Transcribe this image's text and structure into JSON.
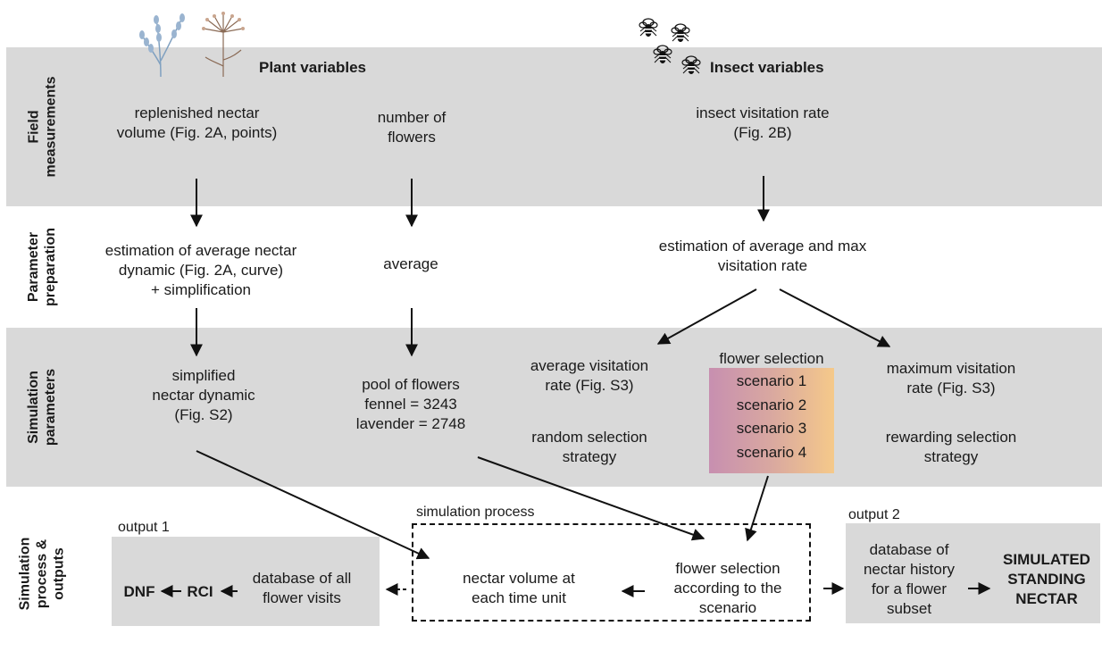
{
  "rows": {
    "field": [
      "Field",
      "measurements"
    ],
    "param": [
      "Parameter",
      "preparation"
    ],
    "sim": [
      "Simulation",
      "parameters"
    ],
    "process": [
      "Simulation",
      "process &",
      "outputs"
    ]
  },
  "headers": {
    "plant": "Plant variables",
    "insect": "Insect variables"
  },
  "field": {
    "nectar": [
      "replenished nectar",
      "volume (Fig. 2A, points)"
    ],
    "flowers": [
      "number of",
      "flowers"
    ],
    "visit": [
      "insect visitation rate",
      "(Fig. 2B)"
    ]
  },
  "param": {
    "nectar": [
      "estimation of  average nectar",
      "dynamic (Fig. 2A, curve)",
      "+ simplification"
    ],
    "flowers": "average",
    "visit": [
      "estimation of average and max",
      "visitation rate"
    ]
  },
  "sim": {
    "nectar": [
      "simplified",
      "nectar dynamic",
      "(Fig. S2)"
    ],
    "pool": [
      "pool of flowers",
      "fennel = 3243",
      "lavender = 2748"
    ],
    "avg_rate": [
      "average visitation",
      "rate (Fig. S3)"
    ],
    "random": [
      "random selection",
      "strategy"
    ],
    "flower_selection": "flower selection",
    "scenarios": [
      "scenario 1",
      "scenario 2",
      "scenario 3",
      "scenario 4"
    ],
    "max_rate": [
      "maximum visitation",
      "rate (Fig. S3)"
    ],
    "rewarding": [
      "rewarding selection",
      "strategy"
    ]
  },
  "process": {
    "output1_label": "output 1",
    "sim_process_label": "simulation process",
    "output2_label": "output 2",
    "dnf": "DNF",
    "rci": "RCI",
    "db_visits": [
      "database of all",
      "flower visits"
    ],
    "nectar_volume": [
      "nectar volume at",
      "each time unit"
    ],
    "selection": [
      "flower selection",
      "according to the",
      "scenario"
    ],
    "db_history": [
      "database of",
      "nectar history",
      "for a flower",
      "subset"
    ],
    "ssn": [
      "SIMULATED",
      "STANDING",
      "NECTAR"
    ]
  }
}
